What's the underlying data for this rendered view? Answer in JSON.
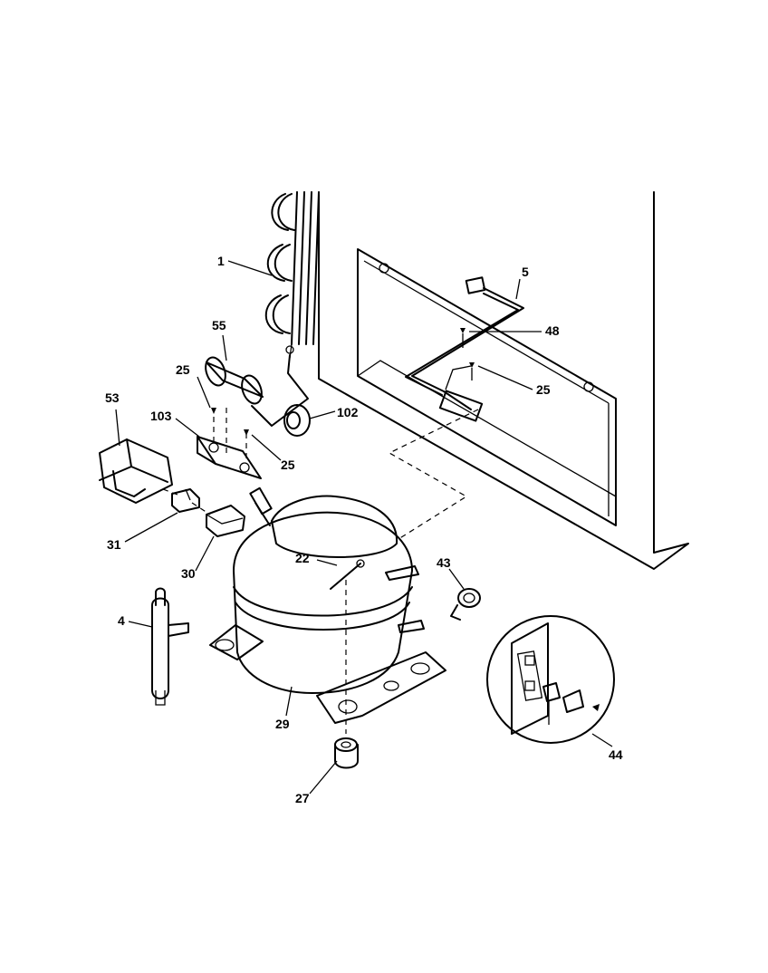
{
  "diagram": {
    "header_code": "",
    "callouts": [
      {
        "id": "coil",
        "text": "1"
      },
      {
        "id": "harness",
        "text": "5"
      },
      {
        "id": "screw-48",
        "text": "48"
      },
      {
        "id": "capacitor",
        "text": "55"
      },
      {
        "id": "screw-25-top",
        "text": "25"
      },
      {
        "id": "screw-25-right",
        "text": "25"
      },
      {
        "id": "screw-25-bracket",
        "text": "25"
      },
      {
        "id": "overload-cover",
        "text": "53"
      },
      {
        "id": "bracket",
        "text": "103"
      },
      {
        "id": "grommet",
        "text": "102"
      },
      {
        "id": "overload",
        "text": "31"
      },
      {
        "id": "relay",
        "text": "30"
      },
      {
        "id": "clip",
        "text": "22"
      },
      {
        "id": "clamp",
        "text": "43"
      },
      {
        "id": "drier",
        "text": "4"
      },
      {
        "id": "compressor",
        "text": "29"
      },
      {
        "id": "grommet-base",
        "text": "27"
      },
      {
        "id": "outlet",
        "text": "44"
      }
    ]
  }
}
